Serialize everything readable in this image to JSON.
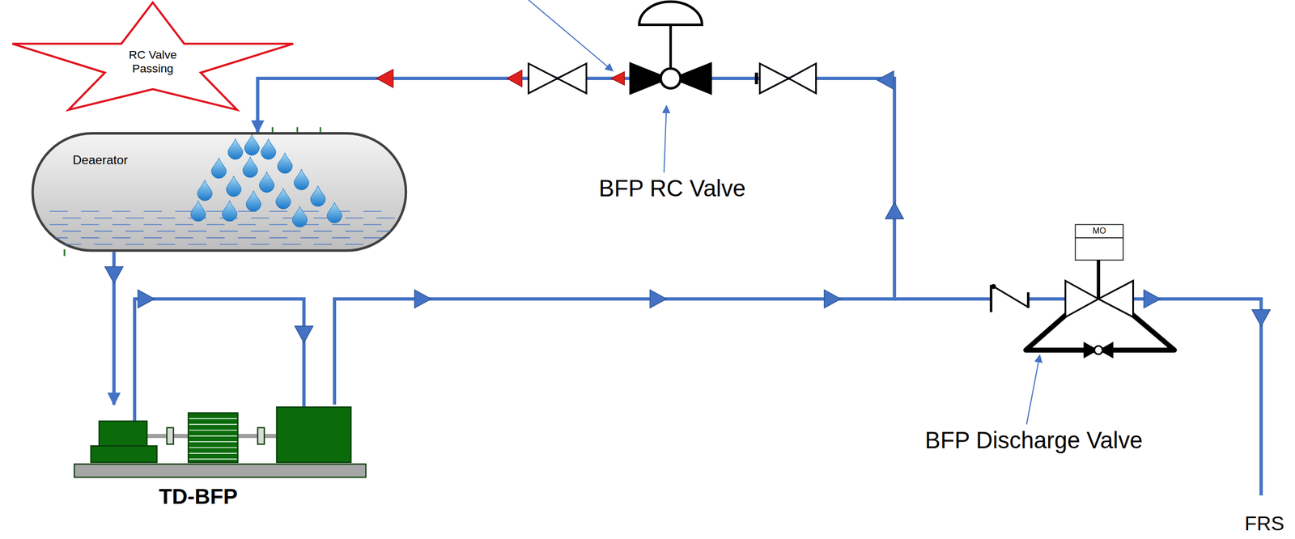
{
  "diagram": {
    "nodes": [
      {
        "text": [
          "RC Valve Passing"
        ]
      },
      {
        "text": [
          "Deaerator"
        ]
      },
      {
        "text": [
          "TD-BFP"
        ]
      }
    ],
    "edges": [
      {
        "from": 1,
        "to": 2,
        "arrow": "to"
      },
      {
        "from": 2,
        "to": 1,
        "arrow": "to"
      }
    ],
    "labels": [
      "BFP RC Valve",
      "MO",
      "BFP Discharge Valve",
      "FRS"
    ]
  }
}
